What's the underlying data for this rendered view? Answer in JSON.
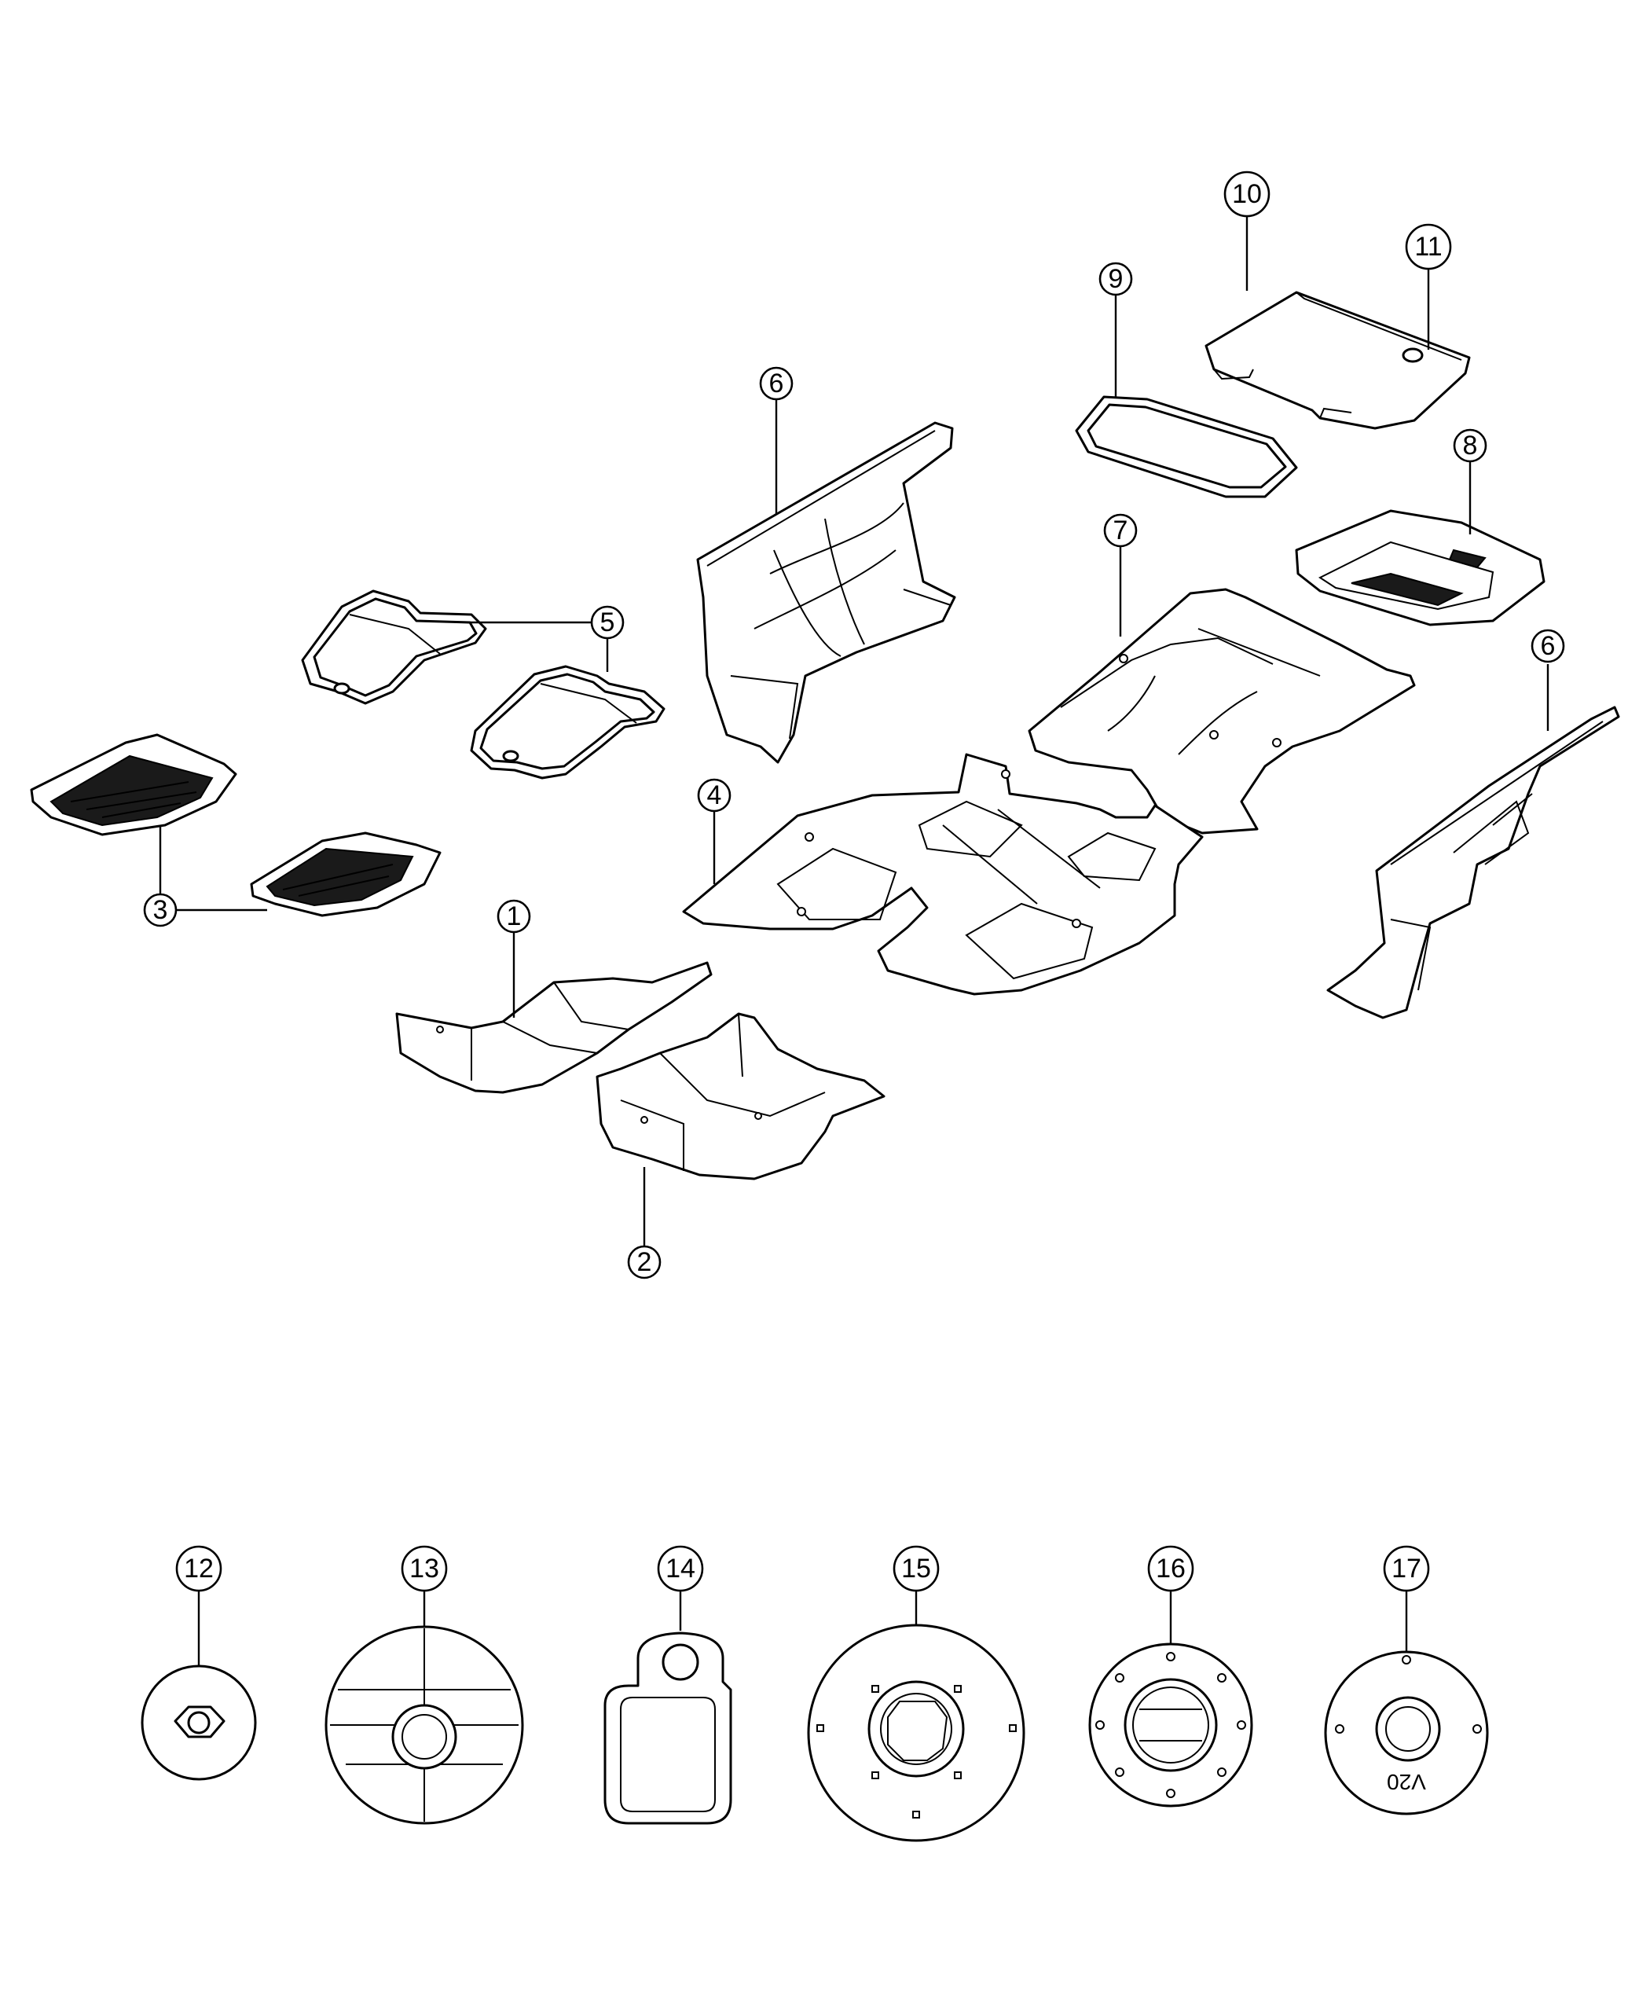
{
  "callouts": {
    "c1": "1",
    "c2": "2",
    "c3": "3",
    "c4": "4",
    "c5": "5",
    "c6a": "6",
    "c6b": "6",
    "c7": "7",
    "c8": "8",
    "c9": "9",
    "c10": "10",
    "c11": "11",
    "c12": "12",
    "c13": "13",
    "c14": "14",
    "c15": "15",
    "c16": "16",
    "c17": "17"
  },
  "plug_marking": "V20"
}
